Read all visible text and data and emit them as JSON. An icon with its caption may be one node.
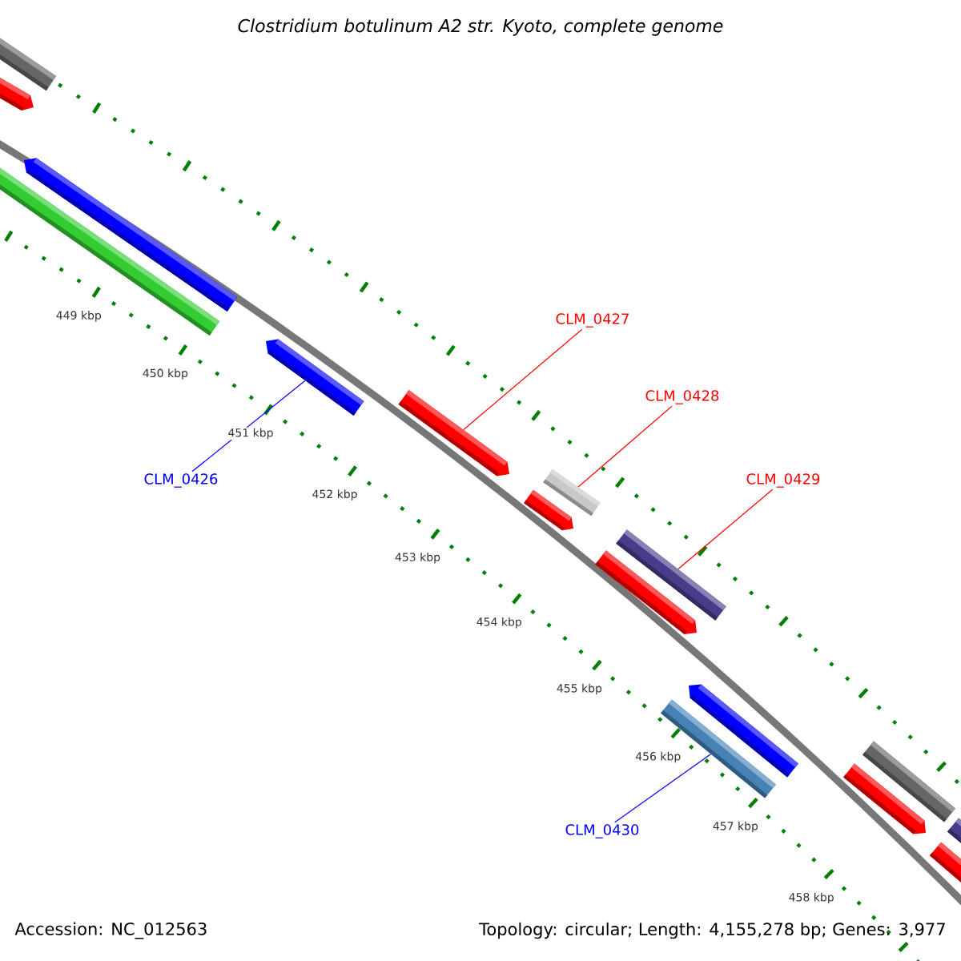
{
  "diagram": {
    "title": "Clostridium botulinum A2 str. Kyoto, complete genome",
    "nodes": [
      {
        "text": [
          "CLM_0427"
        ]
      },
      {
        "text": [
          "CLM_0428"
        ]
      },
      {
        "text": [
          "CLM_0426"
        ]
      },
      {
        "text": [
          "CLM_0429"
        ]
      },
      {
        "text": [
          "CLM_0430"
        ]
      },
      {
        "text": [],
        "shape": "bar"
      },
      {
        "text": [],
        "shape": "bar"
      },
      {
        "text": [],
        "shape": "bar"
      },
      {
        "text": [],
        "shape": "bar"
      },
      {
        "text": [],
        "shape": "bar"
      }
    ],
    "edges": [
      {
        "from": 0,
        "to": 6,
        "arrow": "none"
      },
      {
        "from": 1,
        "to": 7,
        "arrow": "none"
      },
      {
        "from": 2,
        "to": 5,
        "arrow": "none",
        "color": "#0000ff"
      },
      {
        "from": 3,
        "to": 8,
        "arrow": "none"
      },
      {
        "from": 4,
        "to": 9,
        "arrow": "none",
        "color": "#0000ff"
      }
    ],
    "labels": [
      "449 kbp",
      "450 kbp",
      "451 kbp",
      "452 kbp",
      "453 kbp",
      "454 kbp",
      "455 kbp",
      "456 kbp",
      "457 kbp",
      "458 kbp",
      "Accession: NC_012563",
      "Topology: circular; Length: 4,155,278 bp; Genes: 3,977"
    ]
  }
}
